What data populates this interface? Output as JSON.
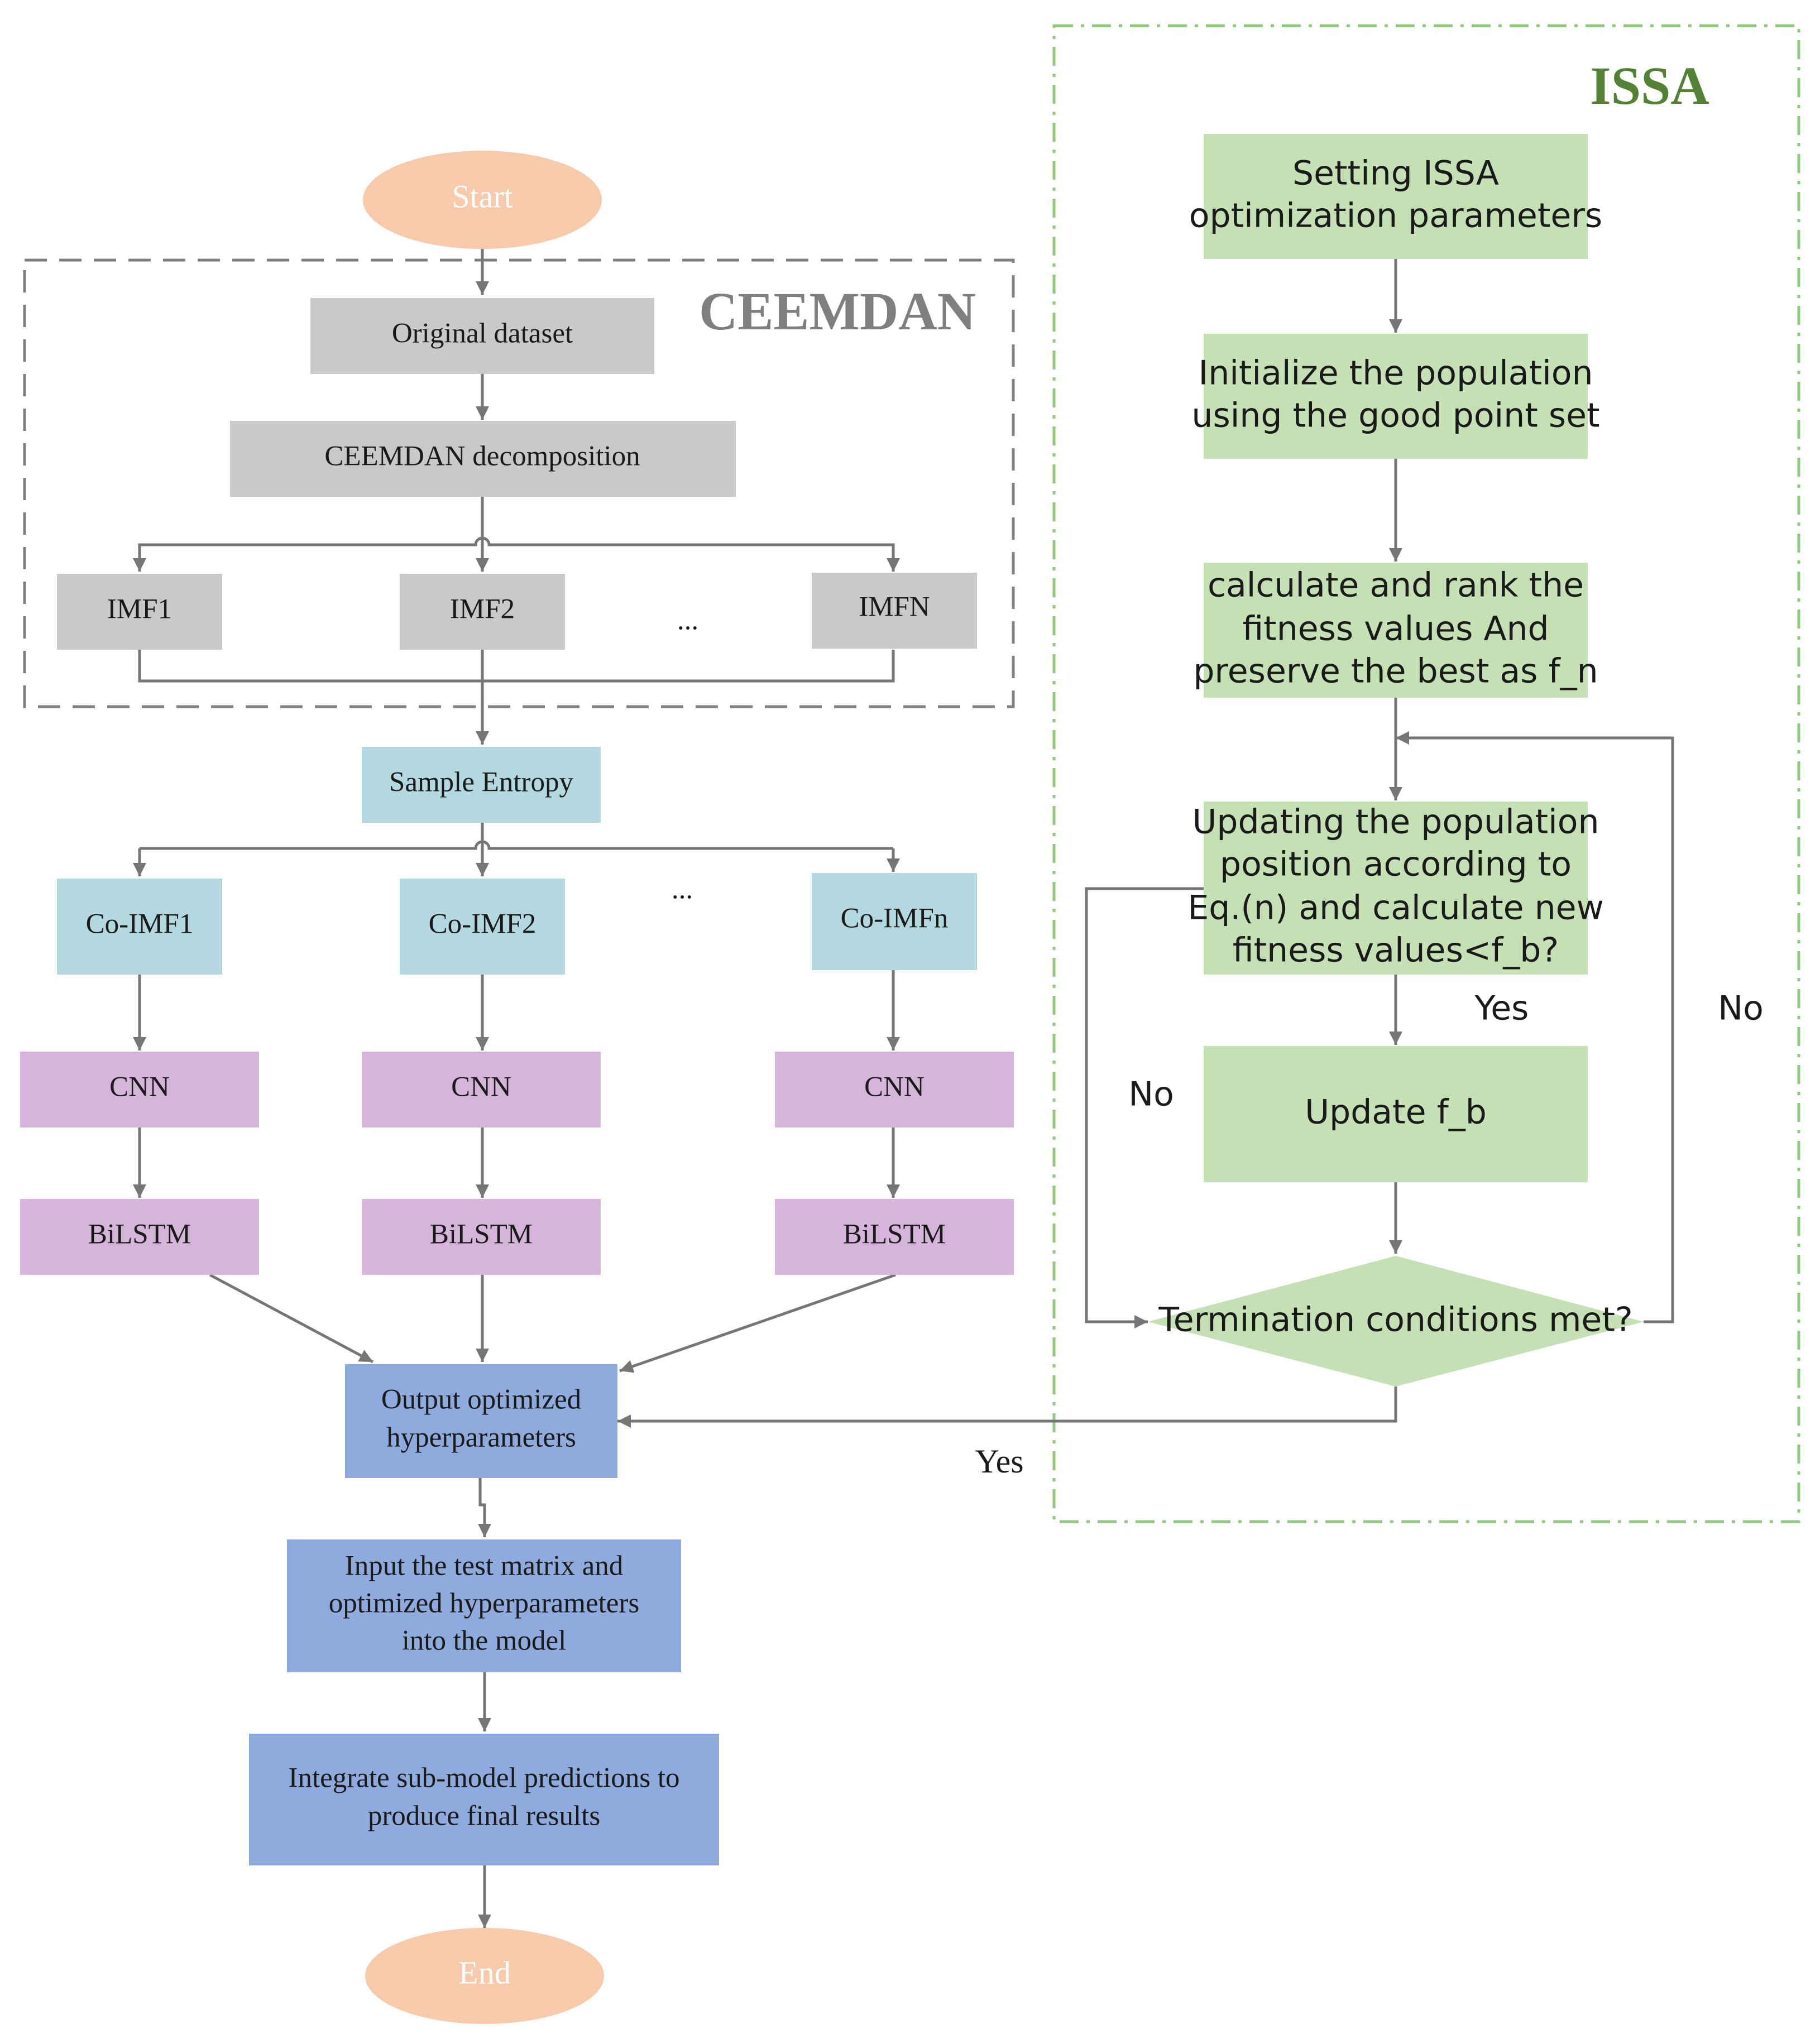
{
  "start": "Start",
  "end": "End",
  "ceemdan": {
    "title": "CEEMDAN",
    "original_dataset": "Original dataset",
    "decomposition": "CEEMDAN decomposition",
    "imf1": "IMF1",
    "imf2": "IMF2",
    "imfn": "IMFN",
    "ellipsis": "..."
  },
  "sample_entropy": "Sample Entropy",
  "co_imf": {
    "co1": "Co-IMF1",
    "co2": "Co-IMF2",
    "con": "Co-IMFn",
    "ellipsis": "..."
  },
  "models": {
    "cnn": "CNN",
    "bilstm": "BiLSTM"
  },
  "output": {
    "line1": "Output optimized",
    "line2": "hyperparameters"
  },
  "input_test": {
    "line1": "Input the test matrix and",
    "line2": "optimized hyperparameters",
    "line3": "into the model"
  },
  "integrate": {
    "line1": "Integrate sub-model predictions to",
    "line2": "produce final results"
  },
  "issa": {
    "title": "ISSA",
    "setting": {
      "line1": "Setting ISSA",
      "line2": "optimization parameters"
    },
    "initialize": {
      "line1": "Initialize the population",
      "line2": "using the good point set"
    },
    "calculate": {
      "line1": "calculate and rank the",
      "line2": "fitness values And",
      "line3": "preserve the best as f_n"
    },
    "updating": {
      "line1": "Updating the population",
      "line2": "position according to",
      "line3": "Eq.(n) and calculate new",
      "line4": "fitness values<f_b?"
    },
    "update_fb": "Update f_b",
    "termination": "Termination conditions met?",
    "yes": "Yes",
    "no": "No"
  },
  "yes_final": "Yes",
  "colors": {
    "gray_box": "#c9c9c9",
    "teal_box": "#b4d8df",
    "purple_box": "#d5b5da",
    "blue_box": "#8faadc",
    "green_box": "#c5e0b4",
    "oval": "#f7caac",
    "issa_border": "#8fcb7b",
    "ceemdan_border": "#7f7f7f"
  }
}
